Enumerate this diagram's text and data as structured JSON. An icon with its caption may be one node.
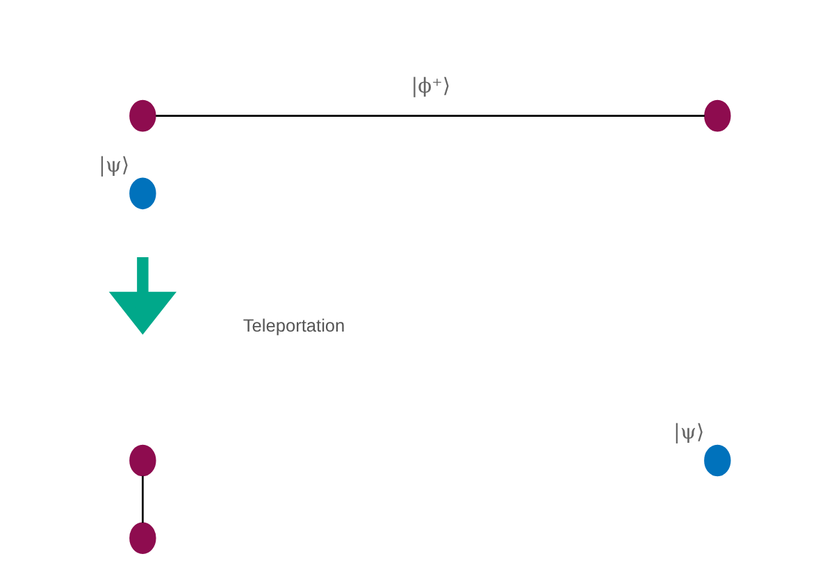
{
  "diagram": {
    "nodes": [
      {
        "text": [],
        "shape": "circle"
      },
      {
        "text": [],
        "shape": "circle"
      },
      {
        "text": [],
        "shape": "circle",
        "beside": [
          "|ψ⟩"
        ]
      },
      {
        "text": [],
        "shape": "circle"
      },
      {
        "text": [],
        "shape": "circle"
      },
      {
        "text": [],
        "shape": "circle",
        "beside": [
          "|ψ⟩"
        ]
      }
    ],
    "edges": [
      {
        "from": 0,
        "to": 1,
        "arrow": "none",
        "label": "|ϕ⁺⟩"
      },
      {
        "from": 3,
        "to": 4,
        "arrow": "none"
      }
    ],
    "labels": [
      "Teleportation"
    ]
  }
}
